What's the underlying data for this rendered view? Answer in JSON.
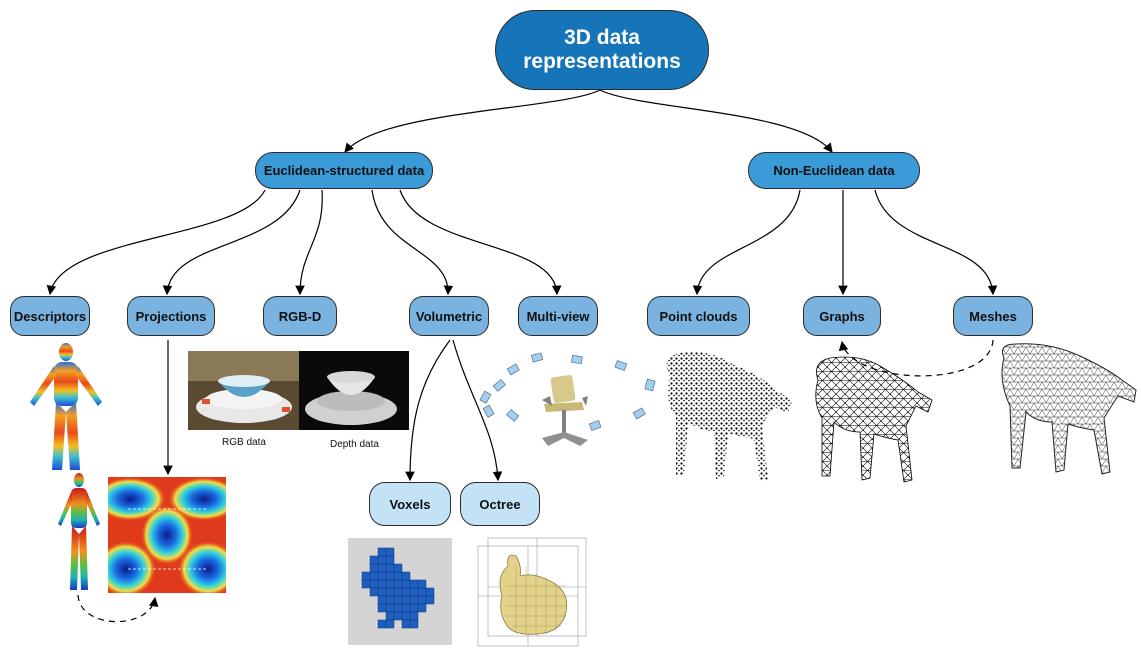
{
  "root": {
    "label": "3D data representations"
  },
  "level1": {
    "euclidean": "Euclidean-structured data",
    "non_euclidean": "Non-Euclidean data"
  },
  "level2": {
    "descriptors": "Descriptors",
    "projections": "Projections",
    "rgbd": "RGB-D",
    "volumetric": "Volumetric",
    "multiview": "Multi-view",
    "point_clouds": "Point clouds",
    "graphs": "Graphs",
    "meshes": "Meshes"
  },
  "level3": {
    "voxels": "Voxels",
    "octree": "Octree"
  },
  "captions": {
    "rgb_data": "RGB data",
    "depth_data": "Depth data"
  },
  "colors": {
    "root": "#1675b9",
    "level1": "#3a9bd8",
    "level2": "#7ab2e0",
    "level3": "#c4e2f6"
  }
}
